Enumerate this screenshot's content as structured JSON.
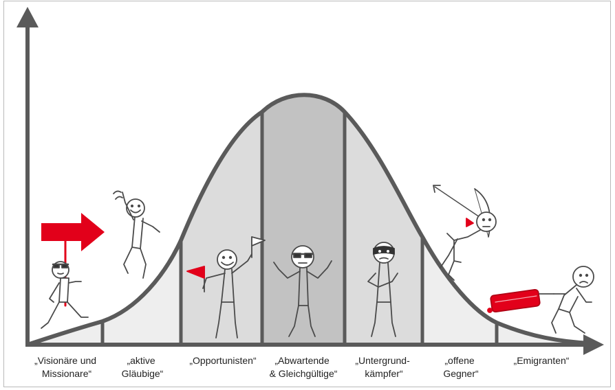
{
  "colors": {
    "axis": "#5a5a5a",
    "curve": "#5a5a5a",
    "fill_outer": "#eeeeee",
    "fill_mid": "#dcdcdc",
    "fill_center": "#c2c2c2",
    "accent_red": "#e2001a",
    "figure_stroke": "#4a4a4a"
  },
  "segments": [
    {
      "line1": "„Visionäre und",
      "line2": "Missionare“",
      "figure": "leader-with-red-arrow-sign"
    },
    {
      "line1": "„aktive",
      "line2": "Gläubige“",
      "figure": "jumping-cheering-figure"
    },
    {
      "line1": "„Opportunisten“",
      "line2": "",
      "figure": "figure-holding-red-and-white-flags"
    },
    {
      "line1": "„Abwartende",
      "line2": "& Gleichgültige“",
      "figure": "shrugging-figure-with-glasses"
    },
    {
      "line1": "„Untergrund-",
      "line2": "kämpfer“",
      "figure": "masked-figure-arms-crossed"
    },
    {
      "line1": "„offene",
      "line2": "Gegner“",
      "figure": "archer-figure-with-bow"
    },
    {
      "line1": "„Emigranten“",
      "line2": "",
      "figure": "figure-with-red-suitcase"
    }
  ]
}
